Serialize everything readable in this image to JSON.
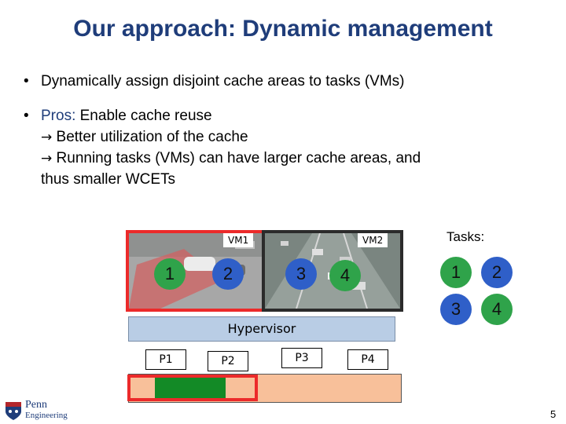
{
  "slide": {
    "title": "Our approach: Dynamic management",
    "bullets": [
      {
        "dot": "•",
        "text": "Dynamically assign disjoint cache areas to tasks (VMs)"
      },
      {
        "dot": "•",
        "pros_label": "Pros:",
        "text": " Enable cache reuse"
      }
    ],
    "sub_lines": [
      {
        "arrow": "→",
        "text": " Better utilization of the cache"
      },
      {
        "arrow": "→",
        "text": " Running tasks (VMs) can have larger cache areas, and"
      },
      {
        "arrow": "",
        "text": "thus smaller WCETs"
      }
    ]
  },
  "diagram": {
    "vm1_label": "VM1",
    "vm2_label": "VM2",
    "vm1_tasks": [
      "1",
      "2"
    ],
    "vm2_tasks": [
      "3",
      "4"
    ],
    "tasks_label": "Tasks:",
    "task_legend": [
      "1",
      "2",
      "3",
      "4"
    ],
    "hypervisor_label": "Hypervisor",
    "processors": [
      "P1",
      "P2",
      "P3",
      "P4"
    ],
    "colors": {
      "task_green": "#2fa34a",
      "task_blue": "#2f5fc8",
      "cache_bg": "#f8c09a",
      "cache_p2": "#138a26",
      "highlight": "#ec2a2a",
      "hypervisor": "#b9cde5"
    }
  },
  "footer": {
    "logo_text_line1": "Penn",
    "logo_text_line2": "Engineering",
    "page_number": "5"
  }
}
